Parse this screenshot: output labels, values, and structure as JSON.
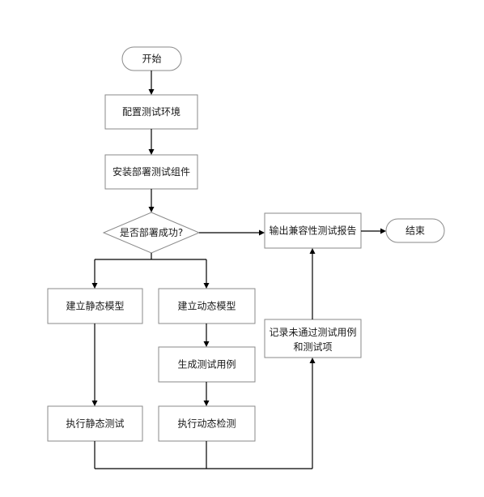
{
  "flowchart": {
    "start": "开始",
    "config_env": "配置测试环境",
    "deploy": "安装部署测试组件",
    "decision": "是否部署成功?",
    "report": "输出兼容性测试报告",
    "end": "结束",
    "static_model": "建立静态模型",
    "dynamic_model": "建立动态模型",
    "gen_cases": "生成测试用例",
    "record_line1": "记录未通过测试用例",
    "record_line2": "和测试项",
    "exec_static": "执行静态测试",
    "exec_dynamic": "执行动态检测"
  },
  "colors": {
    "box_border": "#8a8a8a",
    "edge": "#000000",
    "text": "#1a1a1a",
    "background": "#ffffff"
  }
}
